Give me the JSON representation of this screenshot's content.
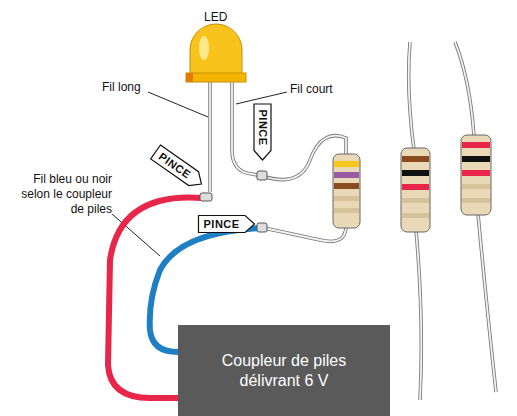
{
  "diagram": {
    "nodes": [
      {
        "text": [
          "PINCE"
        ]
      },
      {
        "text": [
          "PINCE"
        ]
      },
      {
        "text": [
          "PINCE"
        ]
      },
      {
        "text": [
          "Coupleur de piles délivrant 6 V"
        ]
      }
    ],
    "labels": [
      "LED",
      "Fil long",
      "Fil court",
      "Fil bleu ou noir selon le coupleur de piles"
    ]
  }
}
